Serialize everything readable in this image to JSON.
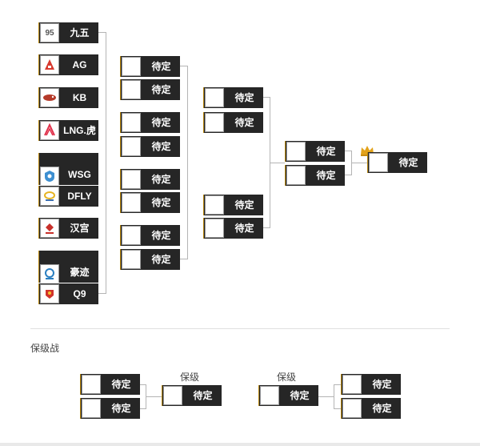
{
  "bracket": {
    "round1": [
      {
        "name": "九五",
        "logo": "95-logo",
        "logo_text": "95"
      },
      {
        "name": "AG",
        "logo": "ag-logo"
      },
      {
        "name": "KB",
        "logo": "kb-logo"
      },
      {
        "name": "LNG.虎",
        "logo": "lng-logo"
      },
      {
        "name": "WSG",
        "logo": "wsg-logo"
      },
      {
        "name": "DFLY",
        "logo": "dfly-logo"
      },
      {
        "name": "汉宫",
        "logo": "hangong-logo"
      },
      {
        "name": "豪迹",
        "logo": "haoji-logo"
      },
      {
        "name": "Q9",
        "logo": "q9-logo"
      }
    ],
    "round2": [
      "待定",
      "待定",
      "待定",
      "待定",
      "待定",
      "待定",
      "待定",
      "待定"
    ],
    "round3": [
      "待定",
      "待定",
      "待定",
      "待定"
    ],
    "round4": [
      "待定",
      "待定"
    ],
    "final": "待定"
  },
  "relegation": {
    "title": "保级战",
    "left_label": "保级",
    "right_label": "保级",
    "left_inputs": [
      "待定",
      "待定"
    ],
    "left_result": "待定",
    "right_result": "待定",
    "right_inputs": [
      "待定",
      "待定"
    ]
  },
  "colors": {
    "slot_bg": "#262626",
    "slot_accent": "#b8860b",
    "connector": "#b4b4b4",
    "crown": "#e2a21a",
    "ag_red": "#d83a2f",
    "kb_red": "#b53a2a",
    "lng_red": "#e0314b",
    "wsg_blue": "#3d8fd1",
    "dfly_yellow": "#e6b422",
    "hangong_red": "#c8302a",
    "haoji_blue": "#2b7fc1",
    "q9_red": "#d1342c"
  },
  "icons": {
    "champion": "crown-icon"
  }
}
